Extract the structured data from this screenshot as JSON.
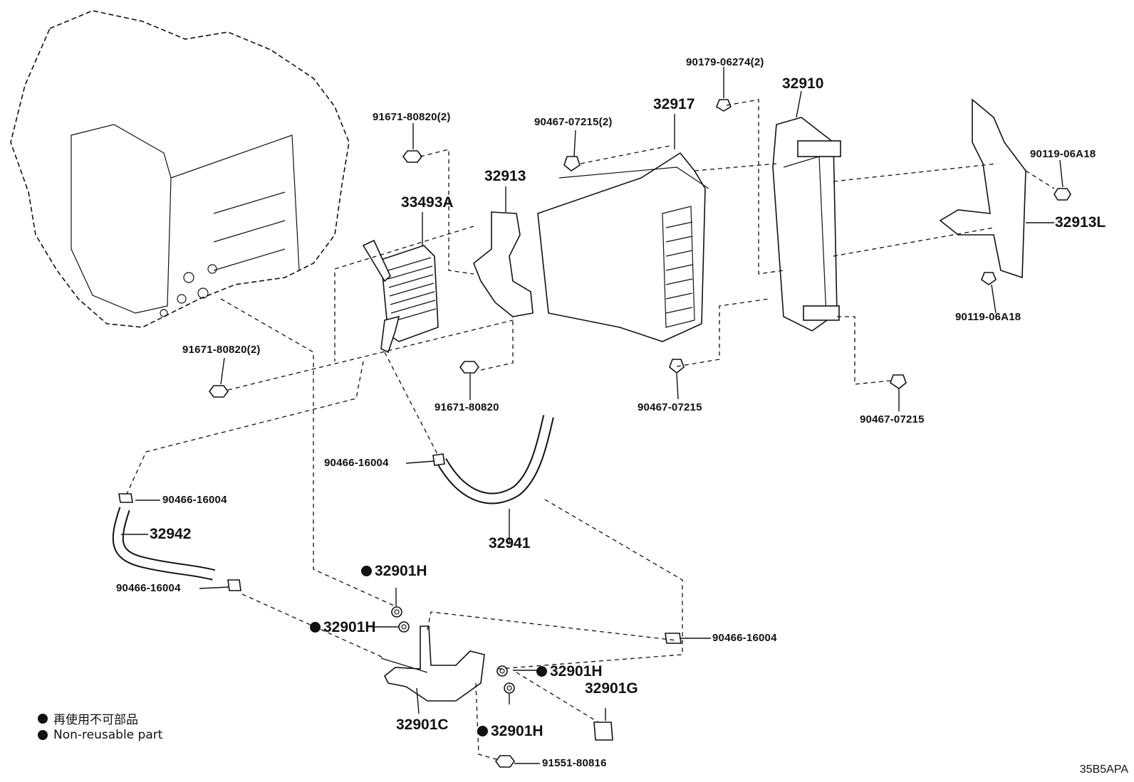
{
  "labels": {
    "bolt_top_left": "91671-80820(2)",
    "bracket_32913": "32913",
    "cooler_33493a": "33493A",
    "bolt_mid_left": "91671-80820(2)",
    "bolt_center": "91671-80820",
    "clip_32917_top": "90467-07215(2)",
    "duct_32917": "32917",
    "nut_top": "90179-06274(2)",
    "cooler_32910": "32910",
    "bolt_right": "90119-06A18",
    "bracket_32913l": "32913L",
    "bolt_right_low": "90119-06A18",
    "clip_bottom_center": "90467-07215",
    "clip_bottom_right": "90467-07215",
    "clamp_upper": "90466-16004",
    "hose_32941": "32941",
    "clamp_left": "90466-16004",
    "hose_32942": "32942",
    "clamp_left_low": "90466-16004",
    "gasket_1": "32901H",
    "gasket_2": "32901H",
    "clamp_right": "90466-16004",
    "gasket_3": "32901H",
    "union_bolt": "32901G",
    "pipe_32901c": "32901C",
    "gasket_4": "32901H",
    "bolt_bottom": "91551-80816"
  },
  "legend": {
    "line1": "再使用不可部品",
    "line2": "Non-reusable part"
  },
  "diagram_code": "35B5APA"
}
